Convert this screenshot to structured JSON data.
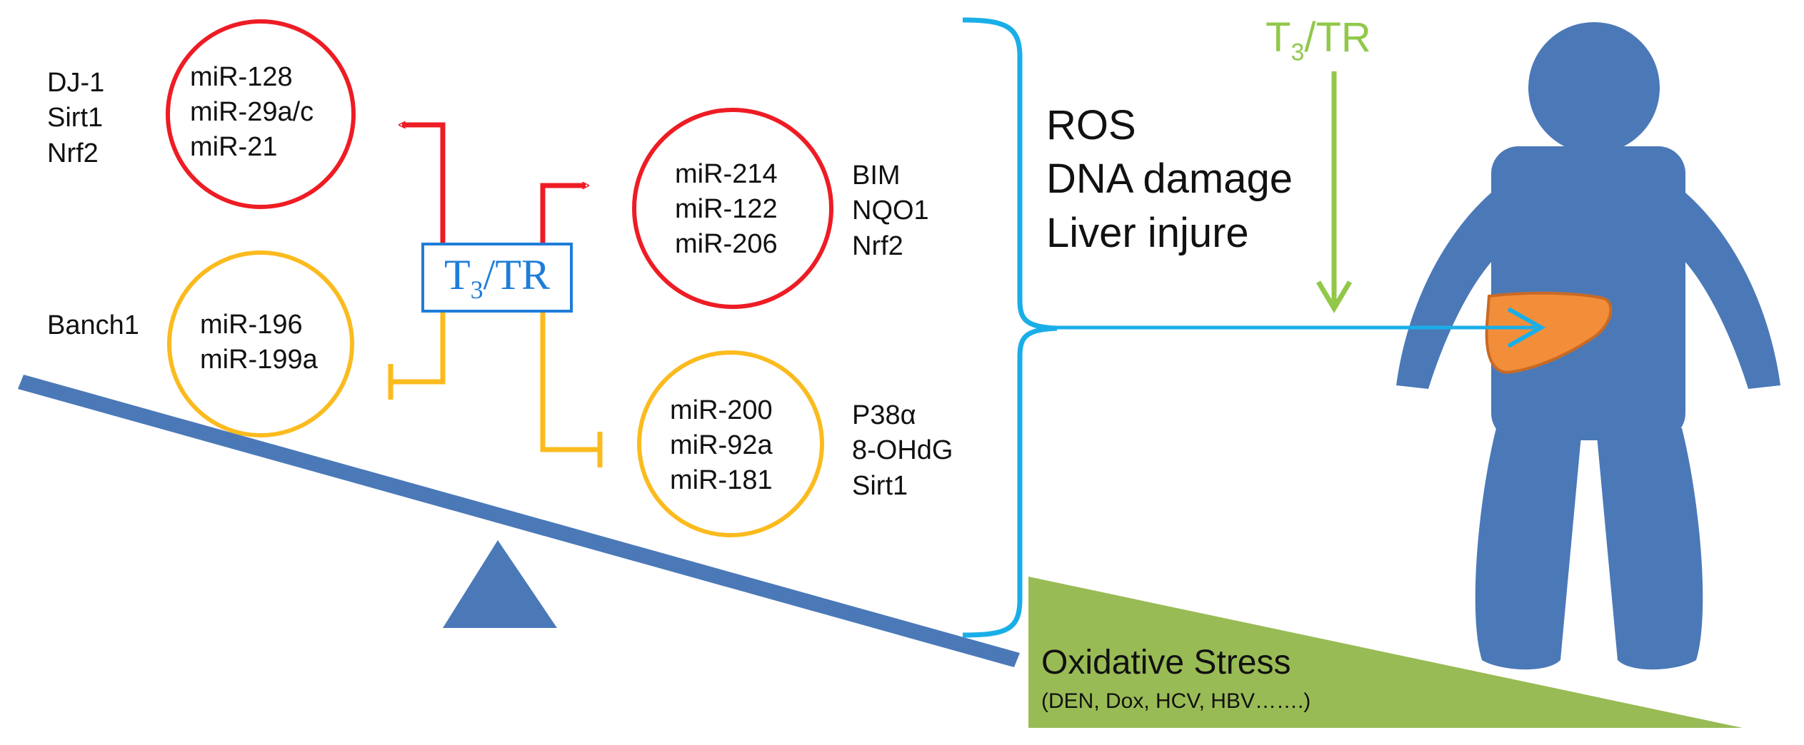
{
  "center_label": {
    "main": "T",
    "sub": "3",
    "rest": "/TR"
  },
  "top_label": {
    "main": "T",
    "sub": "3",
    "rest": "/TR"
  },
  "upregulated_left": {
    "genes": [
      "DJ-1",
      "Sirt1",
      "Nrf2"
    ],
    "mirnas": [
      "miR-128",
      "miR-29a/c",
      "miR-21"
    ]
  },
  "upregulated_right": {
    "mirnas": [
      "miR-214",
      "miR-122",
      "miR-206"
    ],
    "genes": [
      "BIM",
      "NQO1",
      "Nrf2"
    ]
  },
  "inhibited_left": {
    "genes": [
      "Banch1"
    ],
    "mirnas": [
      "miR-196",
      "miR-199a"
    ]
  },
  "inhibited_right": {
    "mirnas": [
      "miR-200",
      "miR-92a",
      "miR-181"
    ],
    "genes": [
      "P38α",
      "8-OHdG",
      "Sirt1"
    ]
  },
  "outcomes": [
    "ROS",
    "DNA damage",
    "Liver injure"
  ],
  "oxidative_stress": {
    "title": "Oxidative Stress",
    "sources": "(DEN, Dox, HCV, HBV…….)"
  },
  "colors": {
    "upregulate": "#ee1c24",
    "inhibit": "#fbbb1e",
    "tr_blue": "#1e7dd8",
    "bracket": "#1aaee8",
    "seesaw": "#4b79b8",
    "top_arrow": "#92c84a",
    "wedge": "#99bb55",
    "liver": "#f28e3a",
    "body": "#4b79b8"
  },
  "icons": [
    "human-figure",
    "liver-icon",
    "seesaw-icon"
  ]
}
